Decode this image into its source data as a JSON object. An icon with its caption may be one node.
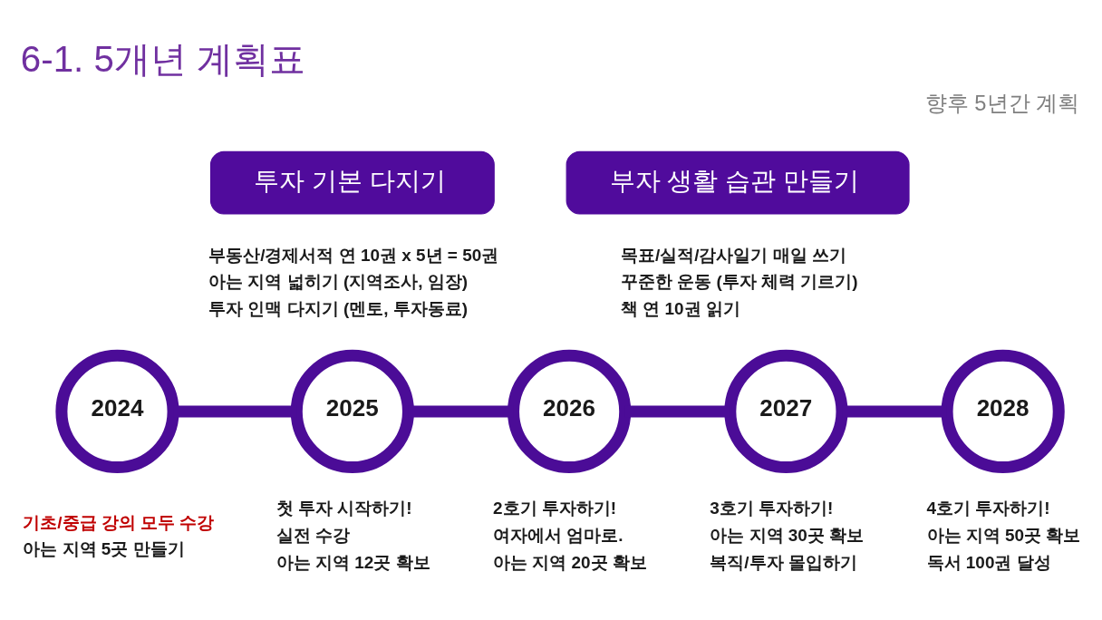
{
  "diagram": {
    "title": "6-1. 5개년 계획표",
    "nodes": [
      {
        "text": [
          "투자 기본 다지기"
        ],
        "beside": [
          "부동산/경제서적 연 10권 x 5년 = 50권",
          "아는 지역 넓히기 (지역조사, 임장)",
          "투자 인맥 다지기 (멘토, 투자동료)"
        ]
      },
      {
        "text": [
          "부자 생활 습관 만들기"
        ],
        "beside": [
          "목표/실적/감사일기 매일 쓰기",
          "꾸준한 운동 (투자 체력 기르기)",
          "책 연 10권 읽기"
        ]
      },
      {
        "text": [
          "2024"
        ],
        "beside": [
          "기초/중급 강의 모두 수강",
          "아는 지역 5곳 만들기"
        ]
      },
      {
        "text": [
          "2025"
        ],
        "beside": [
          "첫 투자 시작하기!",
          "실전 수강",
          "아는 지역 12곳 확보"
        ]
      },
      {
        "text": [
          "2026"
        ],
        "beside": [
          "2호기 투자하기!",
          "여자에서 엄마로.",
          "아는 지역 20곳 확보"
        ]
      },
      {
        "text": [
          "2027"
        ],
        "beside": [
          "3호기 투자하기!",
          "아는 지역 30곳 확보",
          "복직/투자 몰입하기"
        ]
      },
      {
        "text": [
          "2028"
        ],
        "beside": [
          "4호기 투자하기!",
          "아는 지역 50곳 확보",
          "독서 100권 달성"
        ]
      }
    ],
    "edges": [
      {
        "from": 2,
        "to": 3,
        "arrow": "none"
      },
      {
        "from": 3,
        "to": 4,
        "arrow": "none"
      },
      {
        "from": 4,
        "to": 5,
        "arrow": "none"
      },
      {
        "from": 5,
        "to": 6,
        "arrow": "none"
      }
    ],
    "labels": [
      "향후 5년간 계획"
    ]
  }
}
